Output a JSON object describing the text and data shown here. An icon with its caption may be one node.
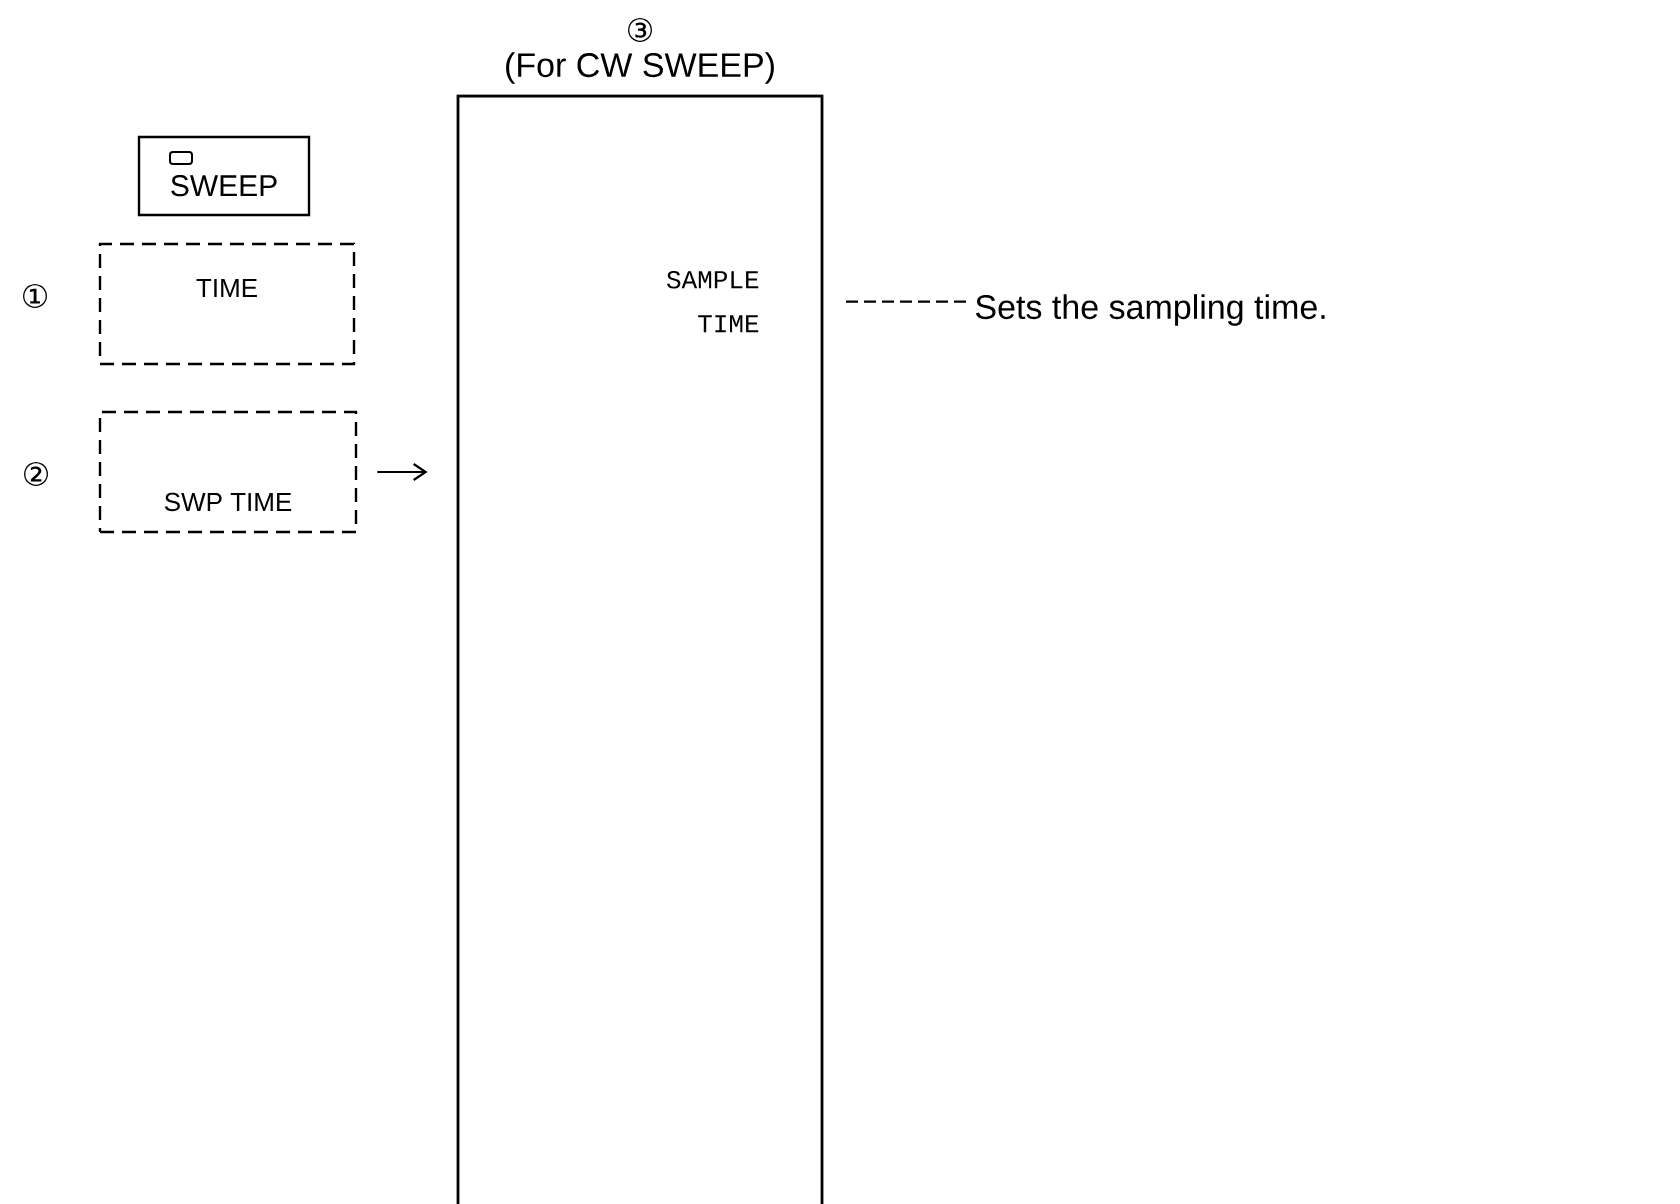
{
  "diagram": {
    "nodes": [
      {
        "text": [
          "SWEEP"
        ]
      },
      {
        "text": [
          "TIME"
        ],
        "beside": [
          "①"
        ]
      },
      {
        "text": [
          "SWP TIME"
        ],
        "beside": [
          "②"
        ]
      },
      {
        "text": [
          "③",
          "(For CW SWEEP)"
        ]
      },
      {
        "text": [
          "SAMPLE TIME"
        ],
        "in": 3
      },
      {
        "text": [
          "Sets the sampling time."
        ]
      }
    ],
    "edges": [
      {
        "from": 2,
        "to": 3,
        "arrow": "to"
      },
      {
        "from": 4,
        "to": 5,
        "arrow": "none",
        "style": "dashed"
      }
    ]
  }
}
